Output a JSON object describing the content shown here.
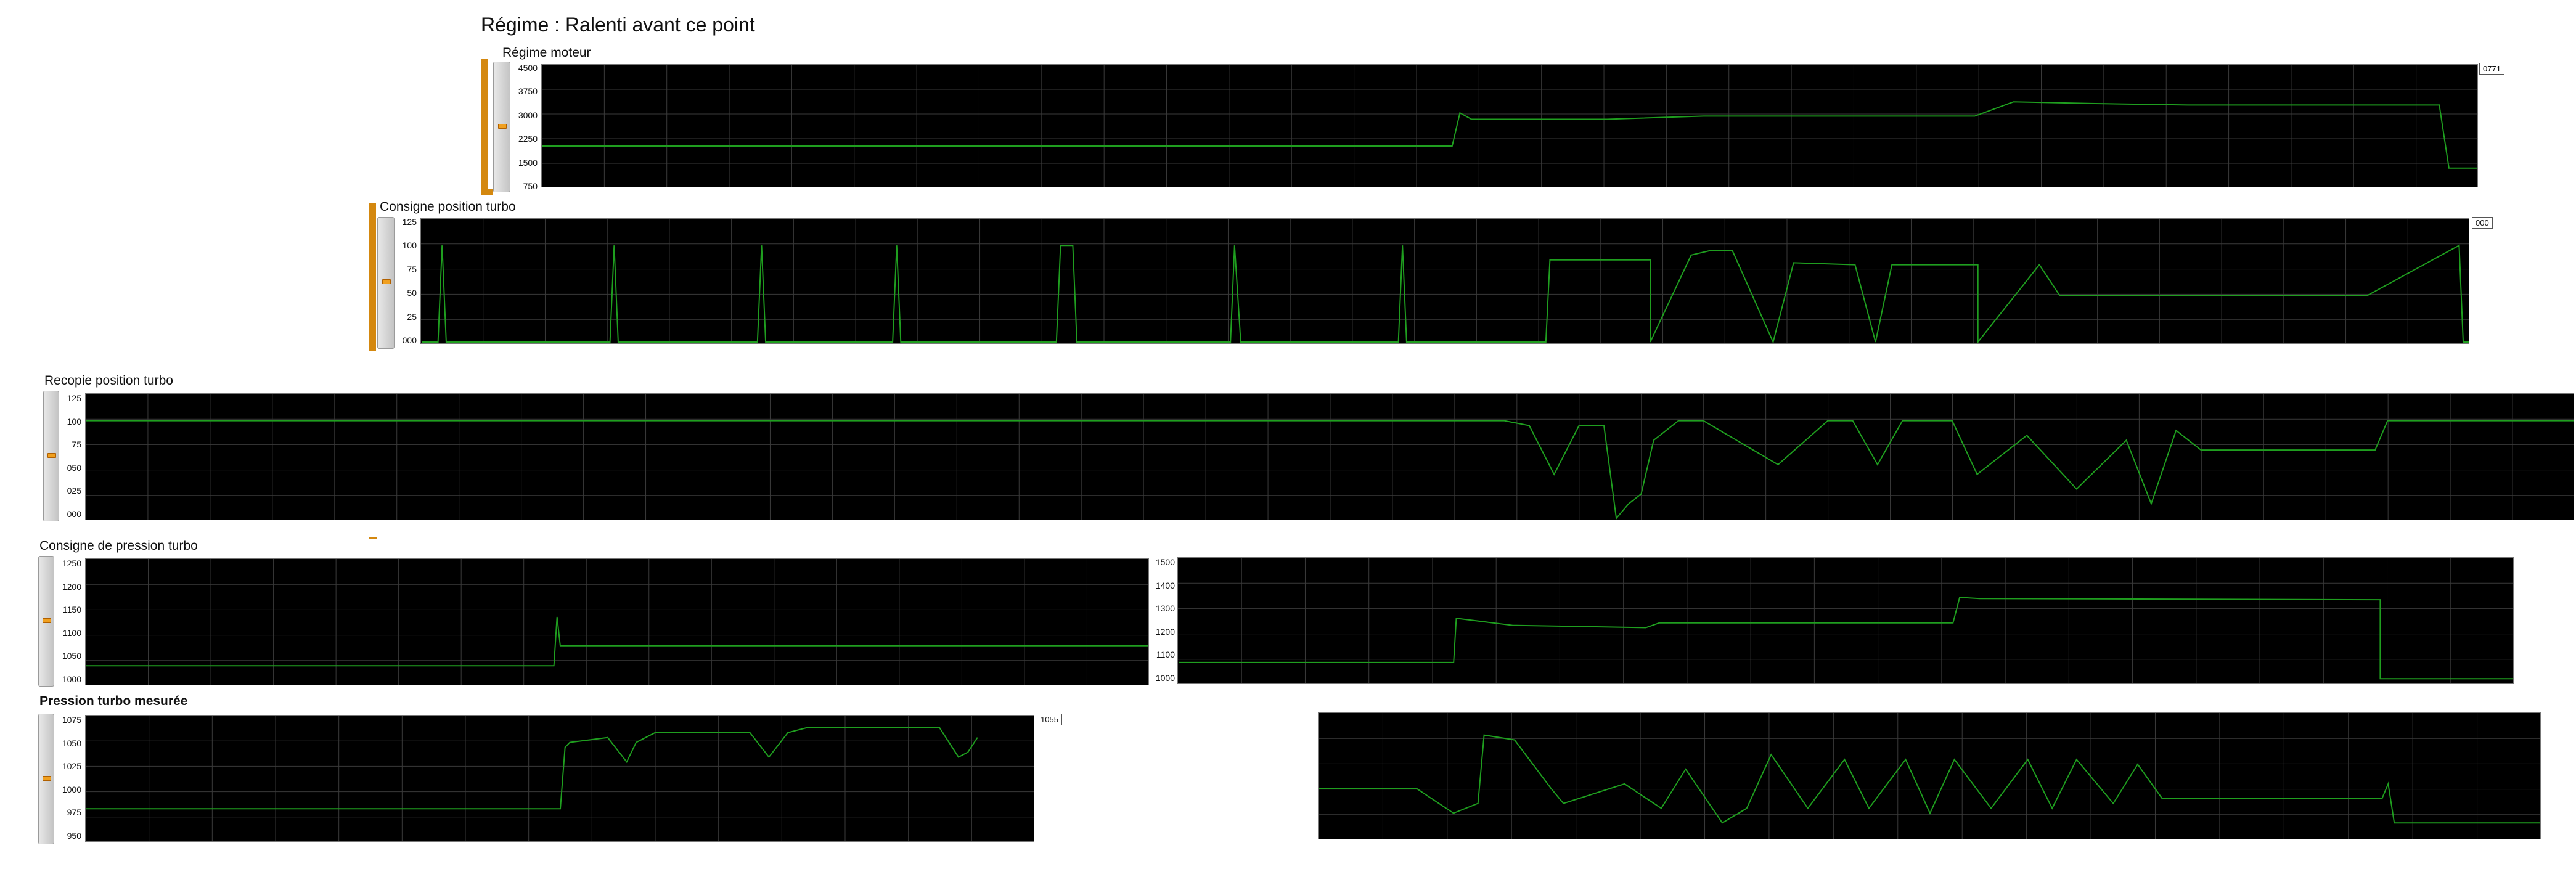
{
  "page": {
    "title": "Régime : Ralenti avant ce point"
  },
  "colors": {
    "trace": "#1f9e1f",
    "grid": "#3a3a3a",
    "background": "#000000",
    "accent": "#d4880f"
  },
  "panels": {
    "regime": {
      "title": "Régime moteur",
      "value": "0771",
      "ticks": [
        "4500",
        "3750",
        "3000",
        "2250",
        "1500",
        "750"
      ]
    },
    "consigne_turbo": {
      "title": "Consigne position turbo",
      "value": "000",
      "ticks": [
        "125",
        "100",
        "75",
        "50",
        "25",
        "000"
      ]
    },
    "recopie_turbo": {
      "title": "Recopie position turbo",
      "ticks": [
        "125",
        "100",
        "75",
        "050",
        "025",
        "000"
      ]
    },
    "consigne_pression": {
      "title": "Consigne de pression turbo",
      "ticks_left": [
        "1250",
        "1200",
        "1150",
        "1100",
        "1050",
        "1000"
      ],
      "ticks_right": [
        "1500",
        "1400",
        "1300",
        "1200",
        "1100",
        "1000"
      ]
    },
    "pression_mesuree": {
      "title": "Pression turbo mesurée",
      "value": "1055",
      "ticks": [
        "1075",
        "1050",
        "1025",
        "1000",
        "975",
        "950"
      ]
    }
  },
  "chart_data": [
    {
      "type": "line",
      "title": "Régime moteur",
      "ylim": [
        750,
        4500
      ],
      "x": [
        0,
        0.47,
        0.474,
        0.48,
        0.55,
        0.6,
        0.65,
        0.7,
        0.74,
        0.76,
        0.8,
        0.85,
        0.9,
        0.95,
        0.98,
        0.985,
        1.0
      ],
      "y": [
        2000,
        2000,
        3050,
        2850,
        2850,
        2950,
        2950,
        2950,
        2950,
        3400,
        3350,
        3300,
        3300,
        3300,
        3300,
        1300,
        1300
      ]
    },
    {
      "type": "line",
      "title": "Consigne position turbo",
      "ylim": [
        0,
        125
      ],
      "x": [
        0,
        0.008,
        0.01,
        0.012,
        0.092,
        0.094,
        0.096,
        0.164,
        0.166,
        0.168,
        0.23,
        0.232,
        0.234,
        0.31,
        0.312,
        0.318,
        0.32,
        0.395,
        0.397,
        0.4,
        0.477,
        0.479,
        0.481,
        0.549,
        0.551,
        0.58,
        0.6,
        0.6,
        0.62,
        0.63,
        0.64,
        0.66,
        0.67,
        0.67,
        0.7,
        0.71,
        0.718,
        0.72,
        0.76,
        0.76,
        0.79,
        0.8,
        0.9,
        0.95,
        0.995,
        0.997,
        0.999,
        1.0
      ],
      "y": [
        0,
        0,
        100,
        0,
        0,
        100,
        0,
        0,
        100,
        0,
        0,
        100,
        0,
        0,
        100,
        100,
        0,
        0,
        100,
        0,
        0,
        100,
        0,
        0,
        85,
        85,
        85,
        0,
        90,
        95,
        95,
        0,
        82,
        82,
        80,
        0,
        80,
        80,
        80,
        0,
        80,
        48,
        48,
        48,
        100,
        0,
        0,
        0
      ]
    },
    {
      "type": "line",
      "title": "Recopie position turbo",
      "ylim": [
        0,
        125
      ],
      "x": [
        0,
        0.57,
        0.58,
        0.59,
        0.6,
        0.61,
        0.615,
        0.62,
        0.625,
        0.63,
        0.64,
        0.65,
        0.68,
        0.7,
        0.71,
        0.72,
        0.73,
        0.75,
        0.76,
        0.78,
        0.8,
        0.82,
        0.83,
        0.84,
        0.85,
        0.86,
        0.92,
        0.925,
        1.0
      ],
      "y": [
        100,
        100,
        95,
        45,
        95,
        95,
        0,
        15,
        25,
        80,
        100,
        100,
        55,
        100,
        100,
        55,
        100,
        100,
        45,
        85,
        30,
        80,
        15,
        90,
        70,
        70,
        70,
        100,
        100
      ]
    },
    {
      "type": "line",
      "title": "Consigne de pression turbo (gauche)",
      "ylim": [
        975,
        1250
      ],
      "x": [
        0,
        0.44,
        0.443,
        0.446,
        0.45,
        1.0
      ],
      "y": [
        1015,
        1015,
        1125,
        1060,
        1060,
        1060
      ]
    },
    {
      "type": "line",
      "title": "Consigne de pression turbo (droite)",
      "ylim": [
        975,
        1500
      ],
      "x": [
        0,
        0.206,
        0.208,
        0.25,
        0.35,
        0.36,
        0.58,
        0.585,
        0.6,
        0.9,
        0.9,
        1.0
      ],
      "y": [
        1060,
        1060,
        1250,
        1220,
        1210,
        1230,
        1230,
        1340,
        1335,
        1330,
        990,
        990
      ]
    },
    {
      "type": "line",
      "title": "Pression turbo mesurée",
      "ylim": [
        950,
        1075
      ],
      "x": [
        0,
        0.5,
        0.505,
        0.51,
        0.55,
        0.57,
        0.58,
        0.6,
        0.7,
        0.72,
        0.74,
        0.76,
        0.9,
        0.92,
        0.93,
        0.94
      ],
      "y": [
        982,
        982,
        1045,
        1050,
        1055,
        1030,
        1050,
        1060,
        1060,
        1035,
        1060,
        1065,
        1065,
        1035,
        1040,
        1055
      ]
    },
    {
      "type": "line",
      "title": "Pression turbo mesurée (suite)",
      "ylim": [
        950,
        1075
      ],
      "x": [
        0,
        0.08,
        0.11,
        0.13,
        0.135,
        0.16,
        0.19,
        0.2,
        0.25,
        0.28,
        0.3,
        0.33,
        0.35,
        0.37,
        0.4,
        0.43,
        0.45,
        0.48,
        0.5,
        0.52,
        0.55,
        0.58,
        0.6,
        0.62,
        0.65,
        0.67,
        0.69,
        0.7,
        0.8,
        0.87,
        0.875,
        0.88,
        1.0
      ],
      "y": [
        1000,
        1000,
        975,
        985,
        1055,
        1050,
        1000,
        985,
        1005,
        980,
        1020,
        965,
        980,
        1035,
        980,
        1030,
        980,
        1030,
        975,
        1030,
        980,
        1030,
        980,
        1030,
        985,
        1025,
        990,
        990,
        990,
        990,
        1005,
        965,
        965
      ]
    }
  ]
}
